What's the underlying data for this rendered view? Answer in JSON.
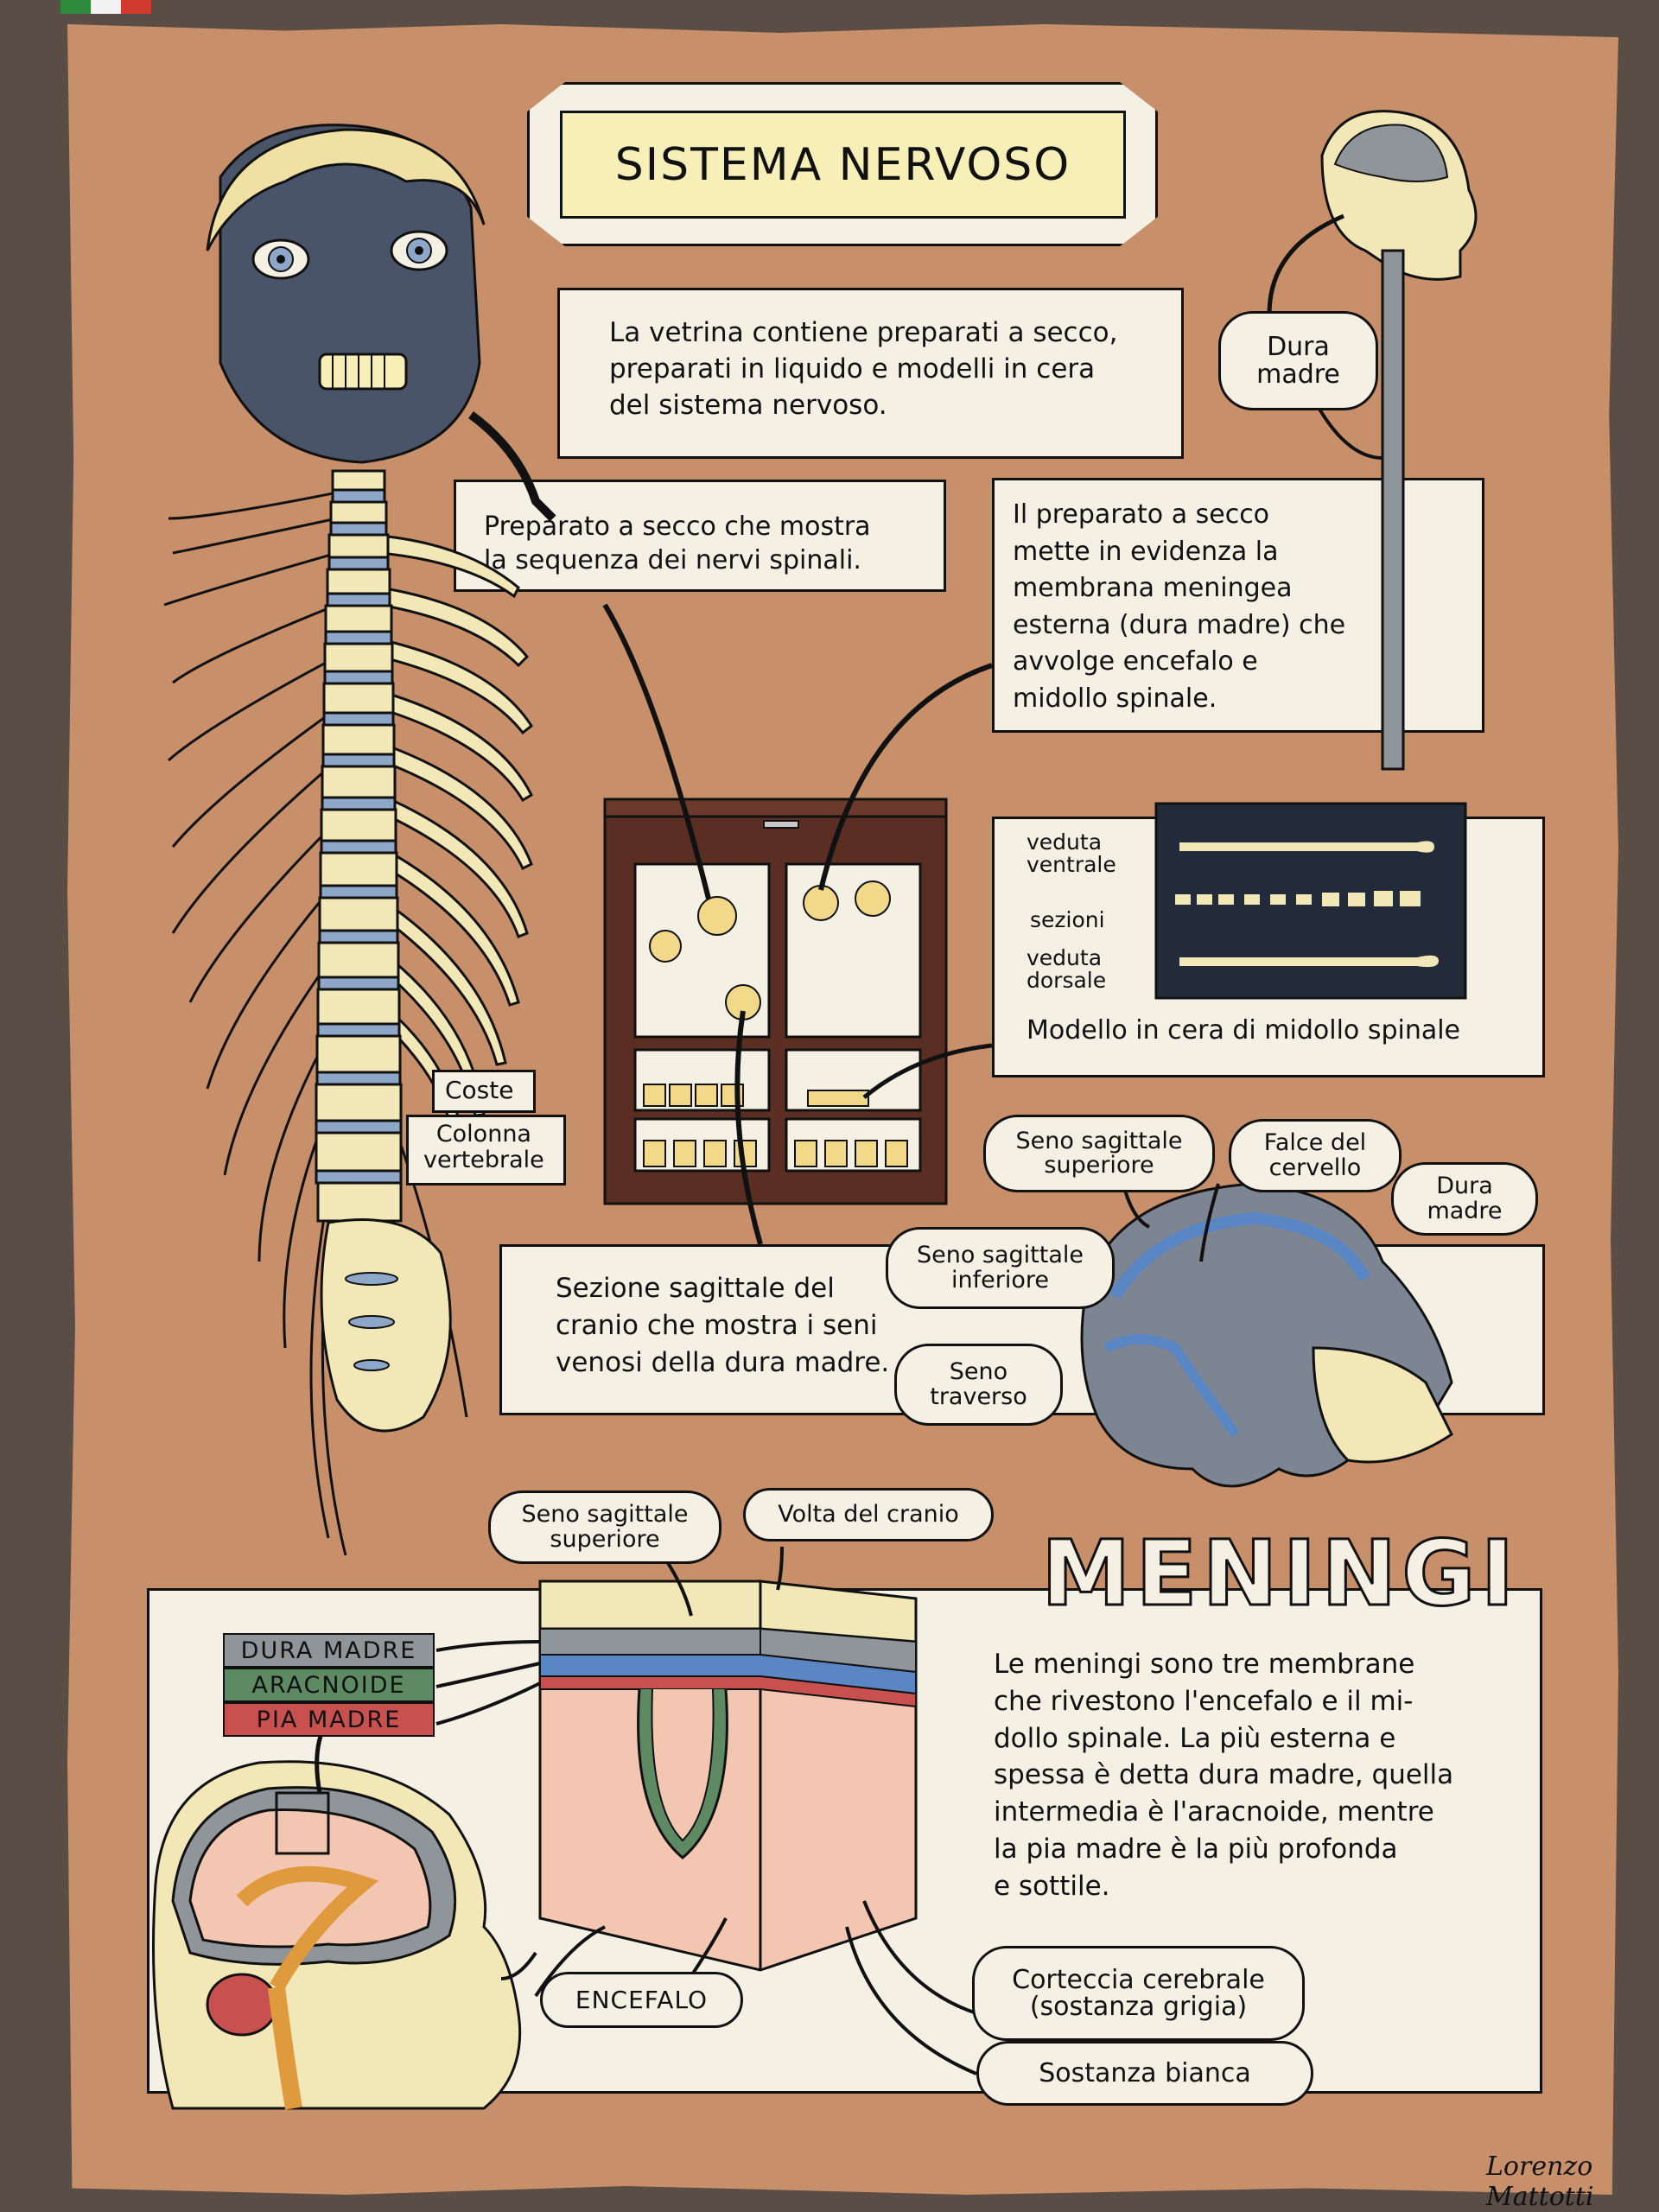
{
  "colors": {
    "parchment": "#c8906a",
    "panel": "#f4f0e4",
    "title_bg": "#f6efb8",
    "dura_madre": "#8f9599",
    "aracnoide": "#5e8a63",
    "pia_madre": "#c8504e",
    "vertebra_blue": "#8ea7c8",
    "bone": "#f2e7b6"
  },
  "flag": [
    "green",
    "white",
    "red"
  ],
  "title": "SISTEMA NERVOSO",
  "intro": "La vetrina contiene preparati a secco,\npreparati in liquido e modelli in cera\ndel sistema nervoso.",
  "spinal_nerves_caption": "Preparato a secco che mostra\nla sequenza dei nervi spinali.",
  "dura_caption": "Il preparato a secco\nmette in evidenza la\nmembrana meningea\nesterna (dura madre) che\navvolge encefalo e\nmidollo spinale.",
  "dura_label_top": "Dura\nmadre",
  "skeleton_labels": {
    "coste": "Coste",
    "colonna": "Colonna\nvertebrale"
  },
  "wax_model": {
    "ventral": "veduta\nventrale",
    "sections": "sezioni",
    "dorsal": "veduta\ndorsale",
    "caption": "Modello in cera di midollo spinale"
  },
  "sagittal": {
    "caption": "Sezione sagittale del\ncranio che mostra i seni\nvenosi della dura madre.",
    "labels": {
      "seno_superiore": "Seno sagittale\nsuperiore",
      "falce": "Falce del\ncervello",
      "dura": "Dura\nmadre",
      "seno_inferiore": "Seno sagittale\ninferiore",
      "seno_traverso": "Seno\ntraverso"
    }
  },
  "meningi": {
    "heading": "MENINGI",
    "top_labels": {
      "seno": "Seno sagittale\nsuperiore",
      "volta": "Volta del cranio"
    },
    "legend": [
      "DURA MADRE",
      "ARACNOIDE",
      "PIA MADRE"
    ],
    "text": "Le meningi sono tre membrane\nche rivestono l'encefalo e il mi-\ndollo spinale. La più esterna e\nspessa è detta dura madre, quella\nintermedia è l'aracnoide, mentre\nla pia madre è la più profonda\ne sottile.",
    "encefalo": "ENCEFALO",
    "corteccia": "Corteccia cerebrale\n(sostanza grigia)",
    "sostanza_bianca": "Sostanza bianca"
  },
  "signature": "Lorenzo Mattotti"
}
